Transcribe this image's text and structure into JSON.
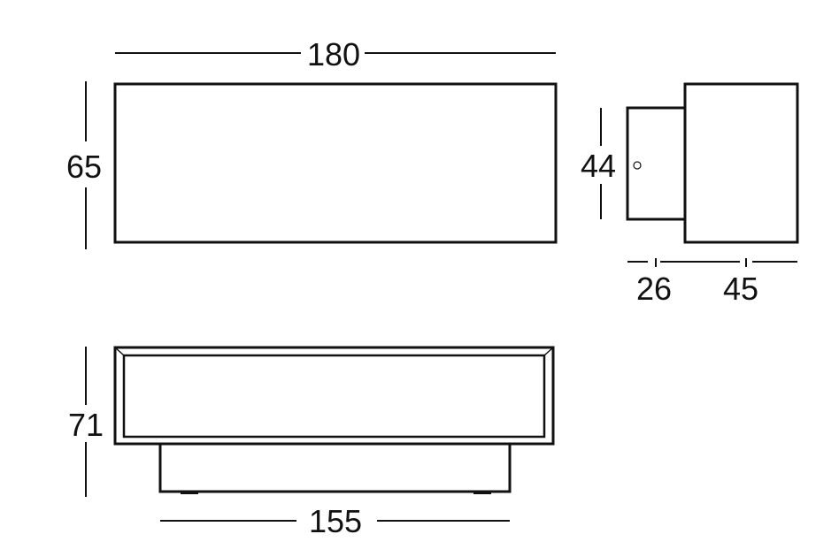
{
  "dimensions": {
    "top_width": "180",
    "top_height": "65",
    "side_height": "44",
    "side_depth_front": "26",
    "side_depth_back": "45",
    "bottom_height": "71",
    "bottom_width": "155"
  },
  "colors": {
    "stroke": "#111111",
    "background": "#ffffff"
  }
}
